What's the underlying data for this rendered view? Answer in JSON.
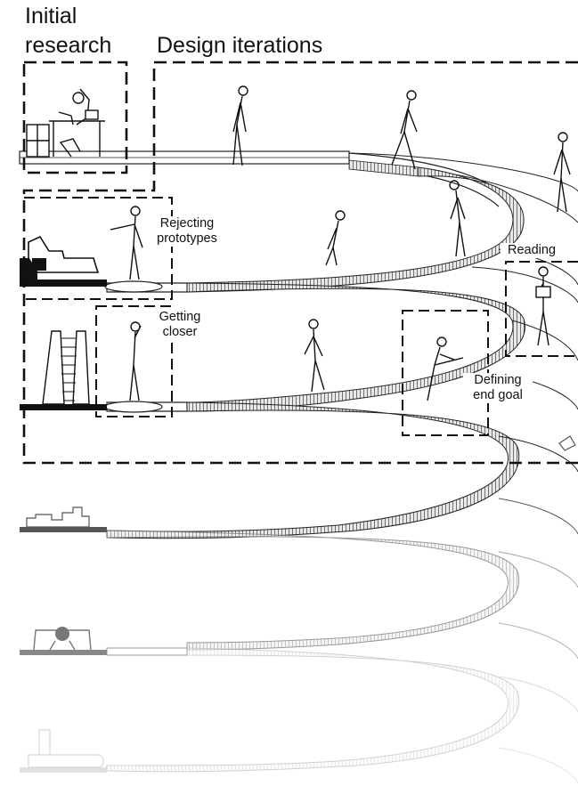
{
  "labels": {
    "initial_research_line1": "Initial",
    "initial_research_line2": "research",
    "design_iterations": "Design iterations",
    "rejecting_line1": "Rejecting",
    "rejecting_line2": "prototypes",
    "getting_closer_line1": "Getting",
    "getting_closer_line2": "closer",
    "reading": "Reading",
    "defining_line1": "Defining",
    "defining_line2": "end goal"
  }
}
